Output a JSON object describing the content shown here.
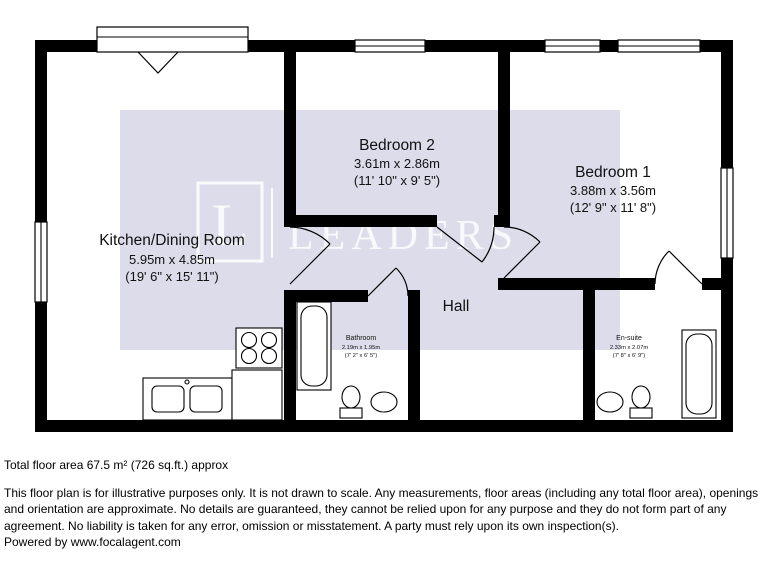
{
  "plan": {
    "rooms": {
      "kitchen": {
        "name": "Kitchen/Dining Room",
        "metric": "5.95m x 4.85m",
        "imperial": "(19' 6\" x 15' 11\")"
      },
      "bedroom2": {
        "name": "Bedroom 2",
        "metric": "3.61m x 2.86m",
        "imperial": "(11' 10\" x 9' 5\")"
      },
      "bedroom1": {
        "name": "Bedroom 1",
        "metric": "3.88m x 3.56m",
        "imperial": "(12' 9\" x 11' 8\")"
      },
      "hall": {
        "name": "Hall"
      },
      "bathroom": {
        "name": "Bathroom",
        "metric": "2.19m x 1.95m",
        "imperial": "(7' 2\" x 6' 5\")"
      },
      "ensuite": {
        "name": "En-suite",
        "metric": "2.33m x 2.07m",
        "imperial": "(7' 8\" x 6' 9\")"
      }
    },
    "watermark": {
      "letter": "L",
      "brand": "LEADERS"
    },
    "colors": {
      "wall": "#000000",
      "watermark_bg": "#dcdcea",
      "watermark_fg": "#ffffff"
    }
  },
  "footer": {
    "total_area": "Total floor area 67.5 m² (726 sq.ft.) approx",
    "disclaimer": "This floor plan is for illustrative purposes only. It is not drawn to scale. Any measurements, floor areas (including any total floor area), openings and orientation are approximate. No details are guaranteed, they cannot be relied upon for any purpose and they do not form part of any agreement. No liability is taken for any error, omission or misstatement. A party must rely upon its own inspection(s).",
    "powered_by": "Powered by www.focalagent.com"
  }
}
